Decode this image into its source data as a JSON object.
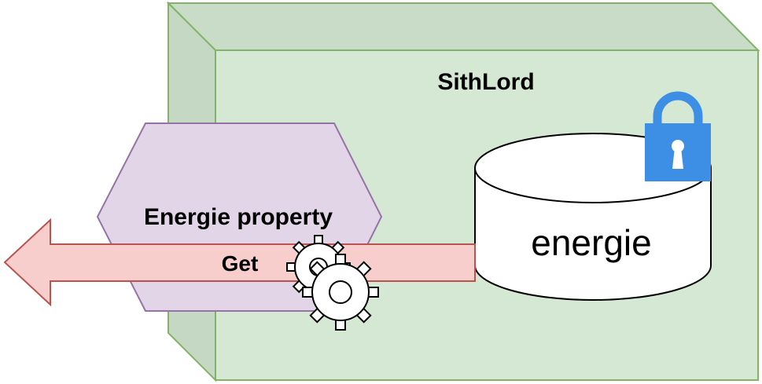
{
  "diagram": {
    "class_box": {
      "title": "SithLord"
    },
    "property_hexagon": {
      "label": "Energie property"
    },
    "arrow": {
      "label": "Get"
    },
    "field_cylinder": {
      "label": "energie"
    },
    "icons": {
      "lock": "lock-icon",
      "gears": "gears-icon"
    }
  },
  "colors": {
    "box_fill": "#d5e8d4",
    "box_side": "#c5d8c3",
    "box_stroke": "#82b366",
    "hexagon_fill": "#e1d5e7",
    "hexagon_stroke": "#9673a6",
    "arrow_fill": "#f8cecc",
    "arrow_stroke": "#b85450",
    "lock": "#3d8ee5"
  }
}
